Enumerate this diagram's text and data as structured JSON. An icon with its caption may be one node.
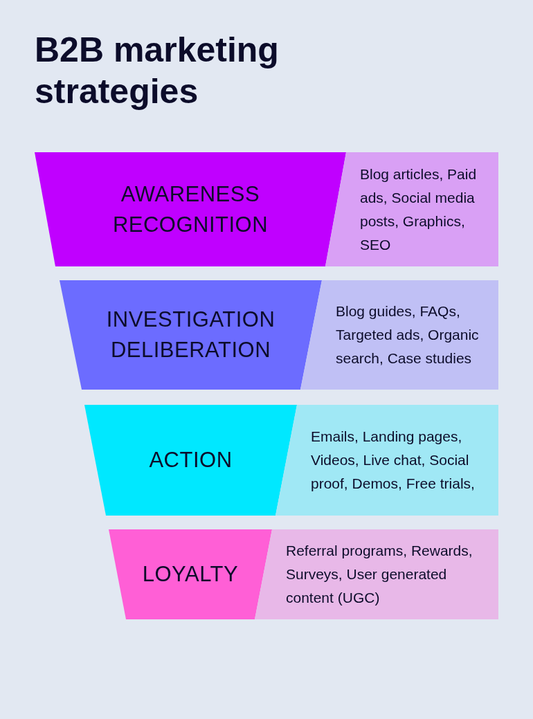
{
  "diagram": {
    "title": "B2B marketing strategies",
    "nodes": [
      {
        "text": [
          "AWARENESS RECOGNITION"
        ]
      },
      {
        "text": [
          "Blog articles, Paid ads, Social media posts, Graphics, SEO"
        ]
      },
      {
        "text": [
          "INVESTIGATION DELIBERATION"
        ]
      },
      {
        "text": [
          "Blog guides, FAQs, Targeted ads, Organic search, Case studies"
        ]
      },
      {
        "text": [
          "ACTION"
        ]
      },
      {
        "text": [
          "Emails, Landing pages, Videos, Live chat, Social proof, Demos, Free trials,"
        ]
      },
      {
        "text": [
          "LOYALTY"
        ]
      },
      {
        "text": [
          "Referral programs, Rewards, Surveys, User generated content (UGC)"
        ]
      }
    ],
    "edges": []
  }
}
